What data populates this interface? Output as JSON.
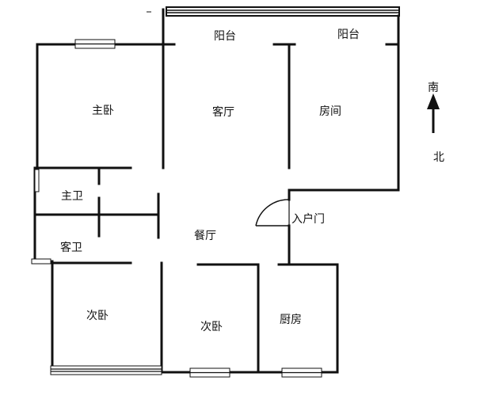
{
  "rooms": {
    "balcony_left": "阳台",
    "balcony_right": "阳台",
    "master_bedroom": "主卧",
    "living_room": "客厅",
    "room": "房间",
    "master_bath": "主卫",
    "guest_bath": "客卫",
    "dining_room": "餐厅",
    "entrance": "入户门",
    "second_bedroom_left": "次卧",
    "second_bedroom_right": "次卧",
    "kitchen": "厨房"
  },
  "compass": {
    "top_label": "南",
    "bottom_label": "北"
  }
}
